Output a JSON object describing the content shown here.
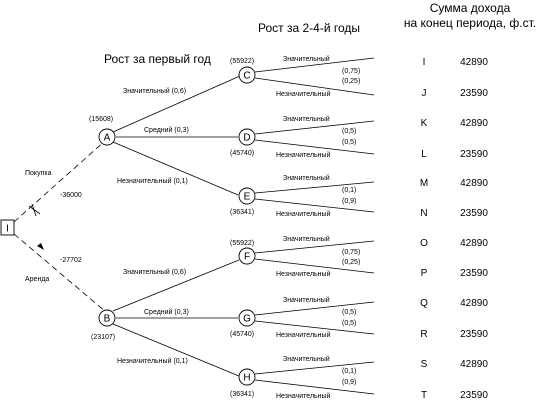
{
  "headers": {
    "years_growth": "Рост за 2-4-й годы",
    "income_title_1": "Сумма дохода",
    "income_title_2": "на конец периода, ф.ст.",
    "first_year_growth": "Рост за первый год"
  },
  "root": {
    "label": "I"
  },
  "branches": {
    "purchase": {
      "label": "Покупка",
      "value": "-36000"
    },
    "lease": {
      "label": "Аренда",
      "value": "-27702"
    }
  },
  "chance_nodes": {
    "A": {
      "label": "A",
      "ev": "(15608)"
    },
    "B": {
      "label": "B",
      "ev": "(23107)"
    }
  },
  "first_year_branches": {
    "A_high": "Значительный (0,6)",
    "A_mid": "Средний (0,3)",
    "A_low": "Незначительный (0,1)",
    "B_high": "Значительный (0,6)",
    "B_mid": "Средний (0,3)",
    "B_low": "Незначительный (0,1)"
  },
  "second_nodes": {
    "C": {
      "label": "C",
      "ev": "(55922)"
    },
    "D": {
      "label": "D",
      "ev": "(45740)"
    },
    "E": {
      "label": "E",
      "ev": "(36341)"
    },
    "F": {
      "label": "F",
      "ev": "(55922)"
    },
    "G": {
      "label": "G",
      "ev": "(45740)"
    },
    "H": {
      "label": "H",
      "ev": "(36341)"
    }
  },
  "second_branches": {
    "C_up": "Значительный",
    "C_down": "Незначительный",
    "C_p1": "(0,75)",
    "C_p2": "(0,25)",
    "D_up": "Значительный",
    "D_down": "Незначительный",
    "D_p1": "(0,5)",
    "D_p2": "(0,5)",
    "E_up": "Значительный",
    "E_down": "Незначительный",
    "E_p1": "(0,1)",
    "E_p2": "(0,9)",
    "F_up": "Значительный",
    "F_down": "Незначительный",
    "F_p1": "(0,75)",
    "F_p2": "(0,25)",
    "G_up": "Значительный",
    "G_down": "Незначительный",
    "G_p1": "(0,5)",
    "G_p2": "(0,5)",
    "H_up": "Значительный",
    "H_down": "Незначительный",
    "H_p1": "(0,1)",
    "H_p2": "(0,9)"
  },
  "outcomes": [
    {
      "letter": "I",
      "value": "42890"
    },
    {
      "letter": "J",
      "value": "23590"
    },
    {
      "letter": "K",
      "value": "42890"
    },
    {
      "letter": "L",
      "value": "23590"
    },
    {
      "letter": "M",
      "value": "42890"
    },
    {
      "letter": "N",
      "value": "23590"
    },
    {
      "letter": "O",
      "value": "42890"
    },
    {
      "letter": "P",
      "value": "23590"
    },
    {
      "letter": "Q",
      "value": "42890"
    },
    {
      "letter": "R",
      "value": "23590"
    },
    {
      "letter": "S",
      "value": "42890"
    },
    {
      "letter": "T",
      "value": "23590"
    }
  ]
}
